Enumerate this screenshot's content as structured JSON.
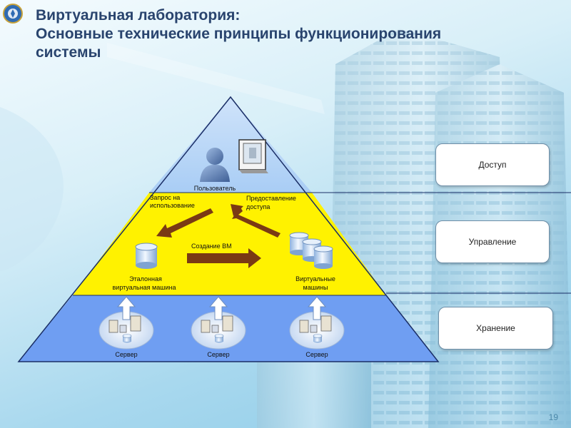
{
  "title": {
    "line1": "Виртуальная лаборатория:",
    "line2": "Основные технические принципы функционирования",
    "line3": "системы"
  },
  "pyramid": {
    "user_label": "Пользователь",
    "request_label_1": "Запрос на",
    "request_label_2": "использование",
    "provide_label_1": "Предоставление",
    "provide_label_2": "доступа",
    "create_vm_label": "Создание ВМ",
    "reference_vm_label_1": "Эталонная",
    "reference_vm_label_2": "виртуальная машина",
    "virtual_machines_label_1": "Виртуальные",
    "virtual_machines_label_2": "машины",
    "servers": [
      "Сервер",
      "Сервер",
      "Сервер"
    ],
    "colors": {
      "top": "#a9cdf5",
      "middle": "#fff200",
      "bottom": "#6f9ef2",
      "arrow": "#7a3a14"
    }
  },
  "layers": {
    "access": "Доступ",
    "management": "Управление",
    "storage": "Хранение"
  },
  "page_number": "19",
  "icons": [
    "logo-icon",
    "user-icon",
    "display-icon",
    "database-icon",
    "server-icon"
  ]
}
